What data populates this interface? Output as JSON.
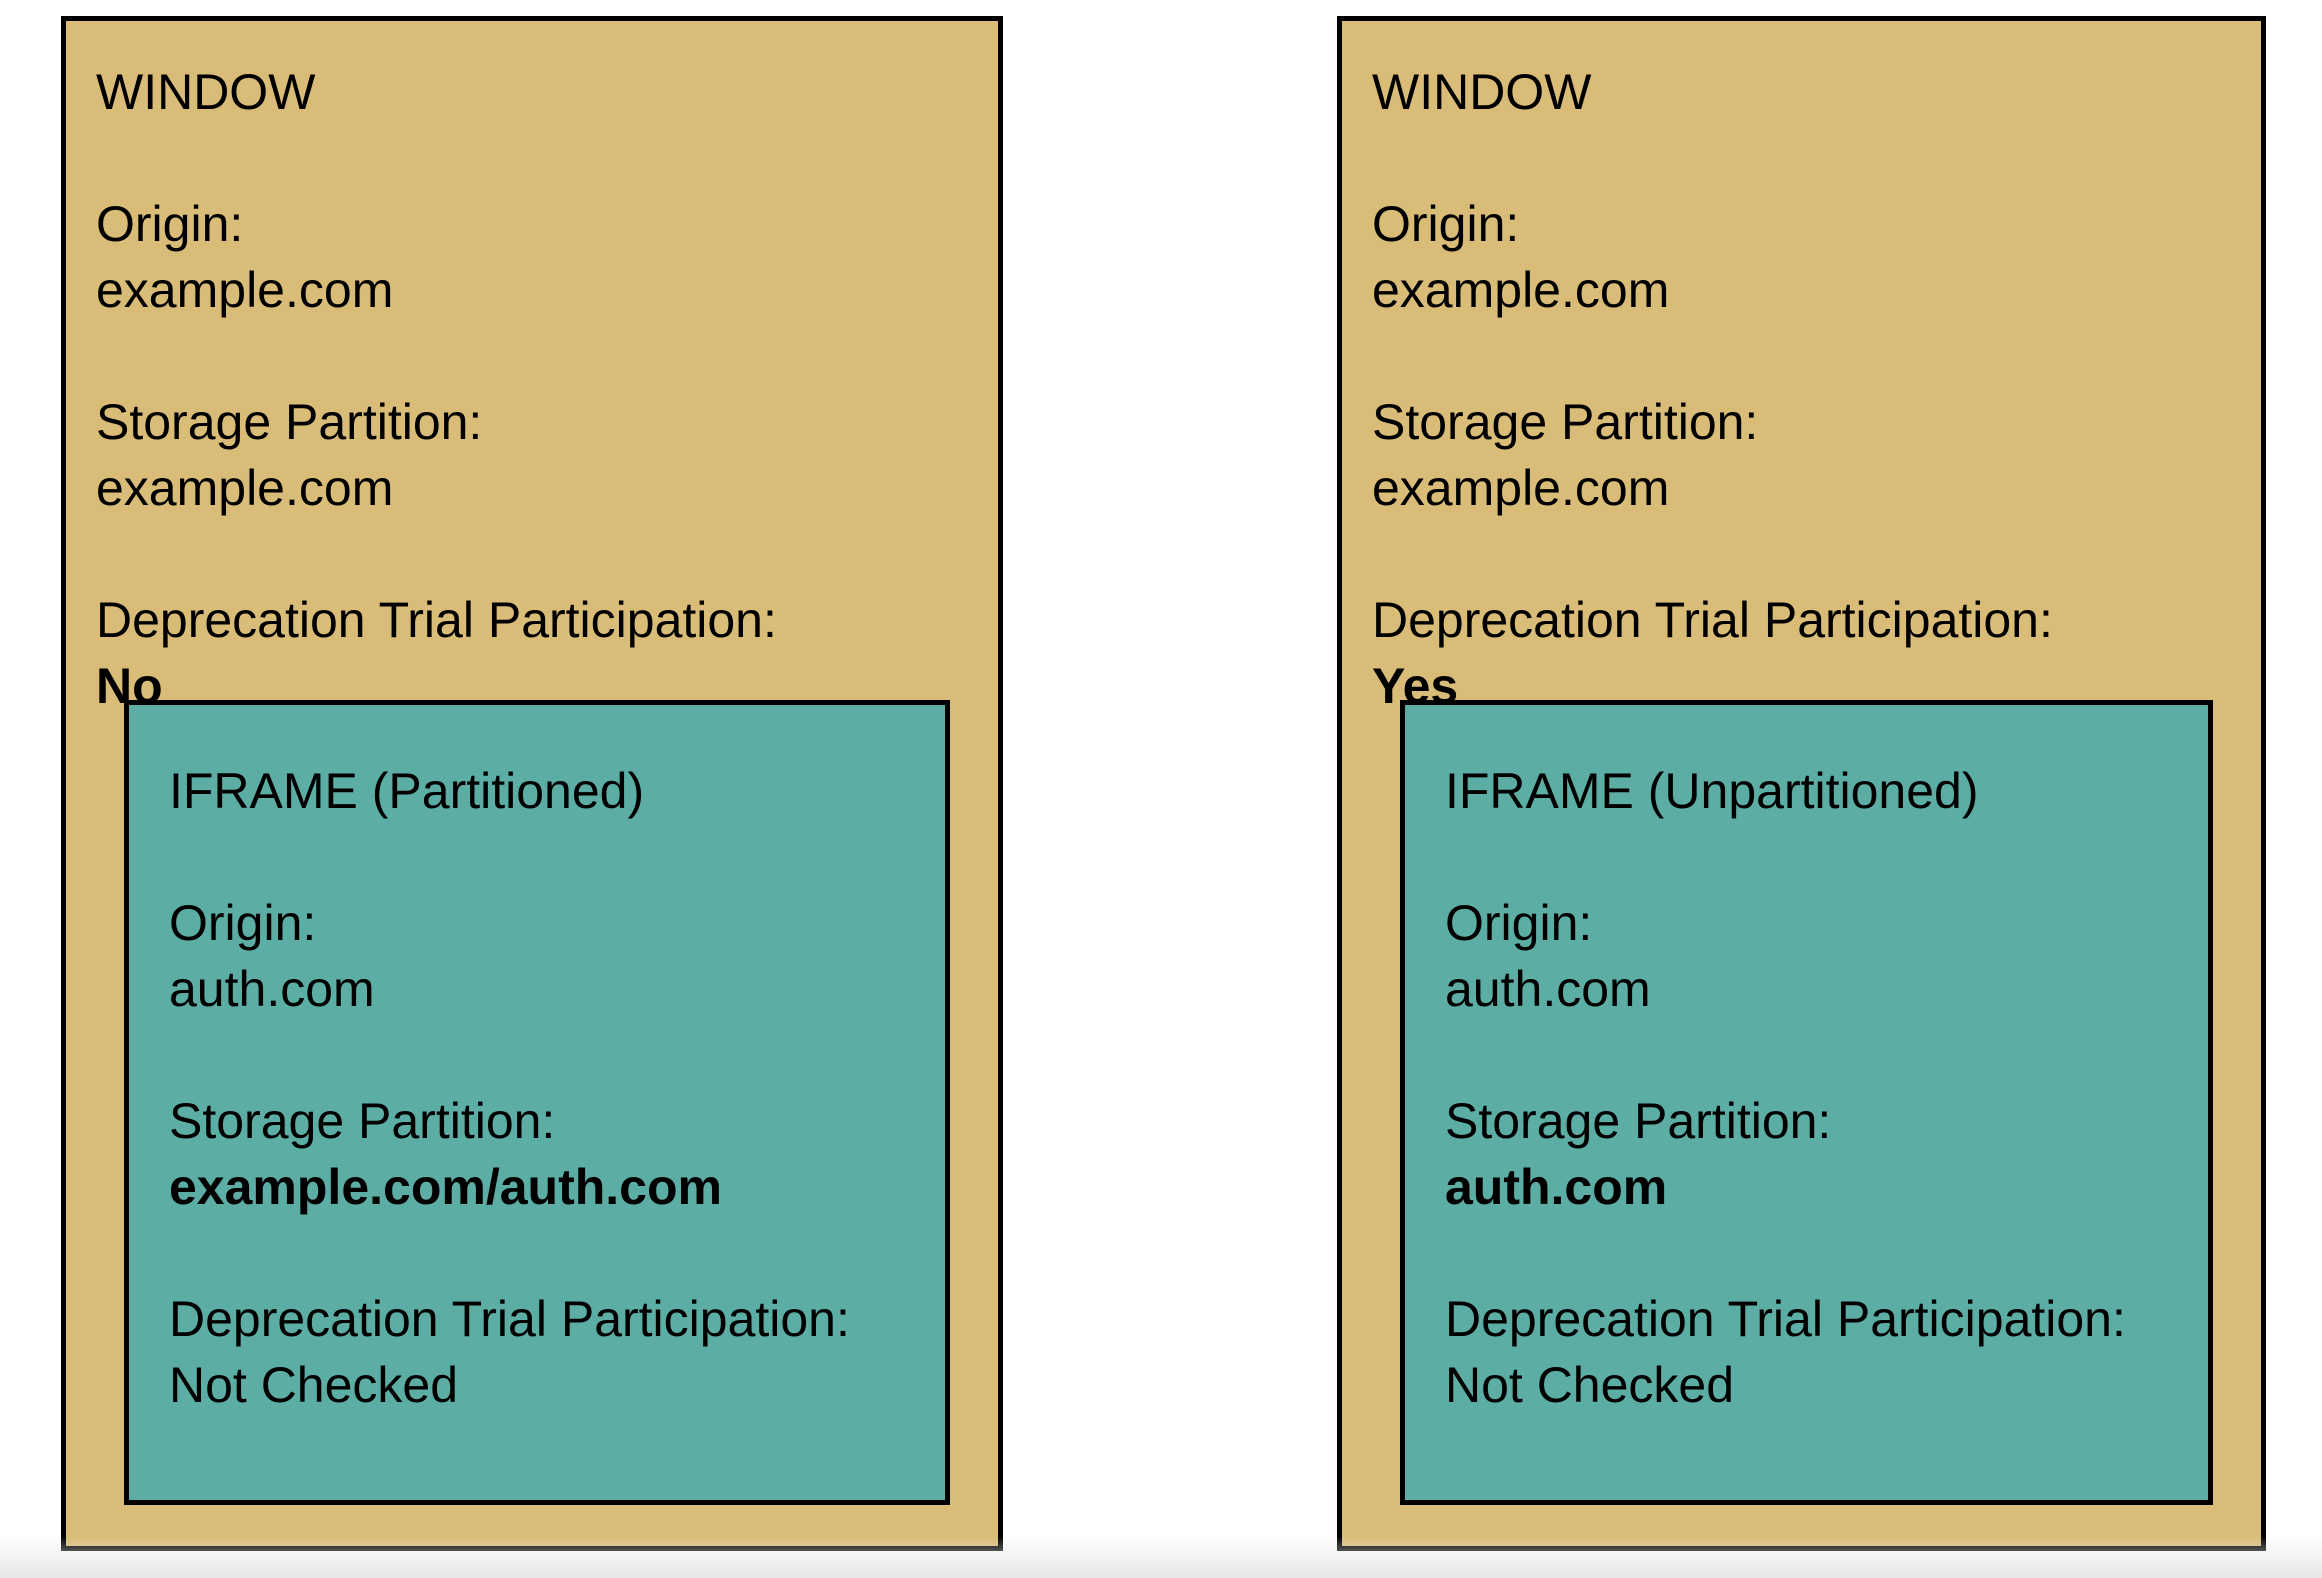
{
  "colors": {
    "window_bg": "#d9bc77",
    "iframe_bg": "#5cada4",
    "border": "#000000"
  },
  "panels": [
    {
      "window_label": "WINDOW",
      "origin_label": "Origin:",
      "origin_value": "example.com",
      "storage_label": "Storage Partition:",
      "storage_value": "example.com",
      "trial_label": "Deprecation Trial Participation:",
      "trial_value": "No",
      "iframe": {
        "title": "IFRAME (Partitioned)",
        "origin_label": "Origin:",
        "origin_value": "auth.com",
        "storage_label": "Storage Partition:",
        "storage_value": "example.com/auth.com",
        "trial_label": "Deprecation Trial Participation:",
        "trial_value": "Not Checked"
      }
    },
    {
      "window_label": "WINDOW",
      "origin_label": "Origin:",
      "origin_value": "example.com",
      "storage_label": "Storage Partition:",
      "storage_value": "example.com",
      "trial_label": "Deprecation Trial Participation:",
      "trial_value": "Yes",
      "iframe": {
        "title": "IFRAME (Unpartitioned)",
        "origin_label": "Origin:",
        "origin_value": "auth.com",
        "storage_label": "Storage Partition:",
        "storage_value": "auth.com",
        "trial_label": "Deprecation Trial Participation:",
        "trial_value": "Not Checked"
      }
    }
  ]
}
